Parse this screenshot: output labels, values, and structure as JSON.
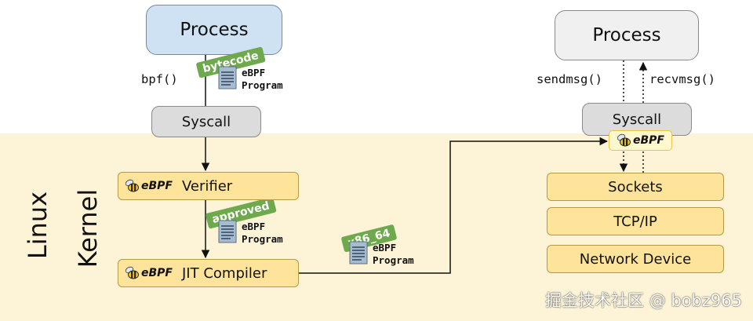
{
  "left_process": "Process",
  "right_process": "Process",
  "left_syscall": "Syscall",
  "right_syscall": "Syscall",
  "call_bpf": "bpf()",
  "call_sendmsg": "sendmsg()",
  "call_recvmsg": "recvmsg()",
  "ebpf_logo_text": "eBPF",
  "verifier_label": "Verifier",
  "jit_label": "JIT Compiler",
  "sockets_label": "Sockets",
  "tcpip_label": "TCP/IP",
  "netdev_label": "Network Device",
  "tag_bytecode": "bytecode",
  "tag_approved": "approved",
  "tag_x86": "x86_64",
  "prog_line1": "eBPF",
  "prog_line2": "Program",
  "kernel_line1": "Linux",
  "kernel_line2": "Kernel",
  "watermark": "掘金技术社区 @ bobz965",
  "colors": {
    "kernel_bg": "#fdf3d6",
    "process_left_fill": "#cfe2f3",
    "process_right_fill": "#f0f0f0",
    "syscall_fill": "#dcdcdc",
    "kernel_box_fill": "#fde49a",
    "tag_green": "#6eaa4d"
  },
  "icons": [
    "bee-icon",
    "document-icon"
  ]
}
